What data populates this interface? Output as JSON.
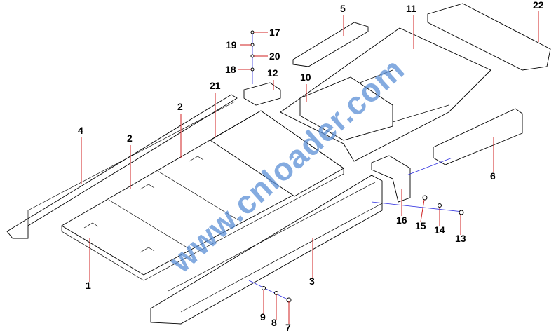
{
  "diagram": {
    "callouts": [
      "1",
      "2",
      "2",
      "3",
      "4",
      "5",
      "6",
      "7",
      "8",
      "9",
      "10",
      "11",
      "12",
      "13",
      "14",
      "15",
      "16",
      "17",
      "18",
      "19",
      "20",
      "21",
      "22"
    ],
    "watermark": "www.cnloader.com",
    "colors": {
      "leader": "#d02020",
      "axis": "#3030e0",
      "watermark": "#5b8fd6"
    }
  }
}
